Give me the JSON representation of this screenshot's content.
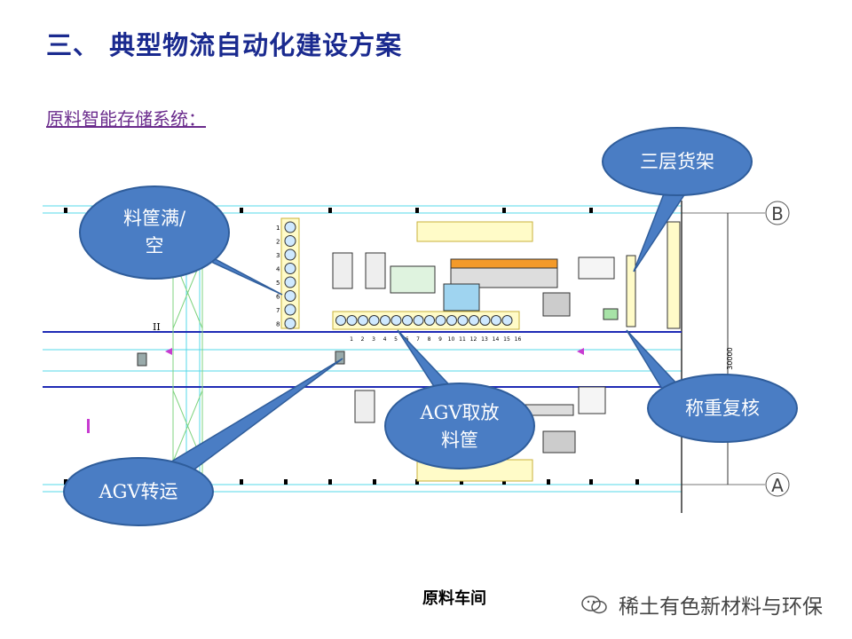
{
  "slide": {
    "title": "三、 典型物流自动化建设方案",
    "subtitle": "原料智能存储系统："
  },
  "callouts": {
    "bin": "料筐满/\n空",
    "rack": "三层货架",
    "agv_pick": "AGV取放\n料筐",
    "weigh": "称重复核",
    "agv_move": "AGV转运"
  },
  "drawing": {
    "axis_b": "B",
    "axis_a": "A",
    "axis_ii": "II",
    "dimension": "30000",
    "bin_numbers_vertical": [
      "1",
      "2",
      "3",
      "4",
      "5",
      "6",
      "7",
      "8"
    ],
    "bin_numbers_horizontal": [
      "1",
      "2",
      "3",
      "4",
      "5",
      "6",
      "7",
      "8",
      "9",
      "10",
      "11",
      "12",
      "13",
      "14",
      "15",
      "16"
    ]
  },
  "caption": "原料车间",
  "watermark": "稀土有色新材料与环保",
  "colors": {
    "title": "#1a2a8f",
    "subtitle": "#6a2b8c",
    "callout_fill": "#4a7dc4",
    "callout_stroke": "#2f5d9b",
    "lane": "#1f2bb5",
    "grid_cyan": "#56d8e8",
    "bin_yellow": "#ffef7a"
  }
}
